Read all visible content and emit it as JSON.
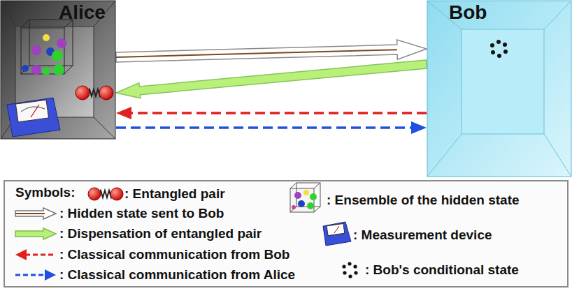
{
  "diagram": {
    "nodes": [
      {
        "text": [
          "Alice"
        ]
      },
      {
        "text": [
          "Bob"
        ]
      }
    ],
    "edges": [
      {
        "from": 0,
        "to": 1,
        "arrow": "to"
      },
      {
        "from": 1,
        "to": 0,
        "arrow": "to"
      },
      {
        "from": 1,
        "to": 0,
        "arrow": "to"
      },
      {
        "from": 0,
        "to": 1,
        "arrow": "to"
      }
    ],
    "labels": [
      "Symbols:"
    ],
    "legend": [
      {
        "text": ": Entangled pair"
      },
      {
        "text": ": Hidden state sent to Bob"
      },
      {
        "text": ": Dispensation of entangled pair"
      },
      {
        "text": ": Classical communication from Bob"
      },
      {
        "text": ": Classical communication from Alice"
      },
      {
        "text": ": Ensemble of the hidden state"
      },
      {
        "text": ": Measurement device"
      },
      {
        "text": ": Bob's conditional state"
      }
    ]
  }
}
